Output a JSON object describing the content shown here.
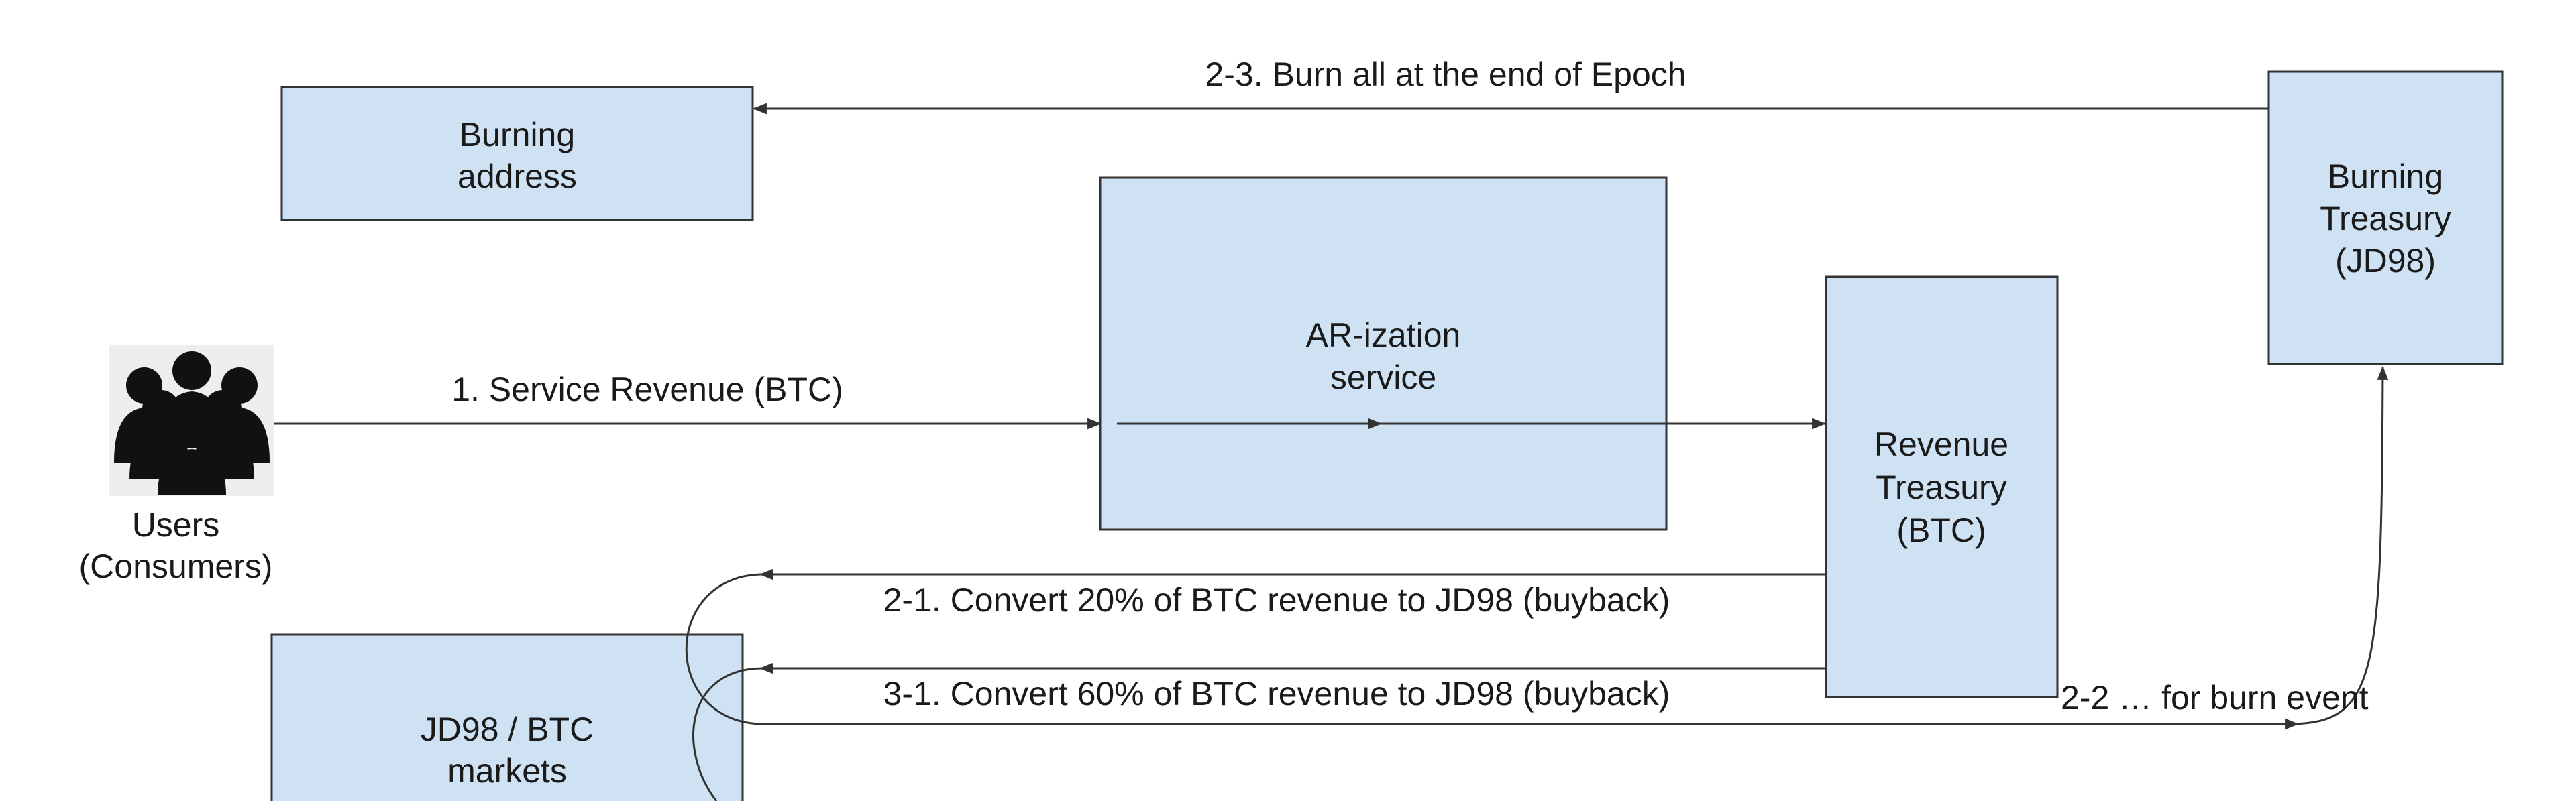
{
  "colors": {
    "box_fill": "#cfe2f3",
    "box_stroke": "#333333",
    "line": "#333333",
    "icon": "#111111",
    "icon_bg": "#eeeeee"
  },
  "icons": {
    "users": "people-group-icon"
  },
  "nodes": {
    "burning_address": {
      "lines": [
        "Burning",
        "address"
      ]
    },
    "arization": {
      "lines": [
        "AR-ization",
        "service"
      ]
    },
    "revenue_treasury": {
      "lines": [
        "Revenue",
        "Treasury",
        "(BTC)"
      ]
    },
    "burning_treasury": {
      "lines": [
        "Burning",
        "Treasury",
        "(JD98)"
      ]
    },
    "markets": {
      "lines": [
        "JD98 / BTC",
        "markets"
      ]
    },
    "users": {
      "lines": [
        "Users",
        "(Consumers)"
      ]
    }
  },
  "edges": {
    "burn_all": "2-3. Burn all at the end of Epoch",
    "service_revenue": "1. Service Revenue (BTC)",
    "convert_20": "2-1. Convert 20% of BTC revenue  to JD98 (buyback)",
    "convert_60": "3-1. Convert 60% of BTC revenue  to JD98 (buyback)",
    "burn_event": "2-2 … for burn event"
  }
}
